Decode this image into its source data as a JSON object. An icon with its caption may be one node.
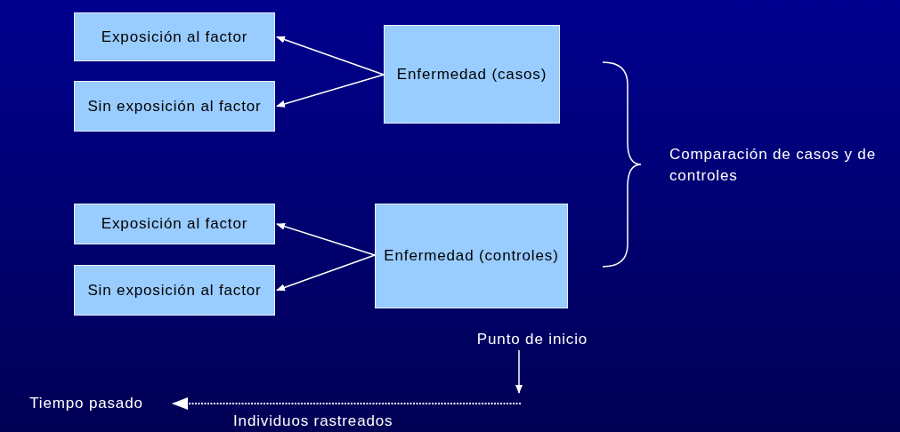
{
  "diagram": {
    "nodes": [
      {
        "text": [
          "Exposición al factor"
        ]
      },
      {
        "text": [
          "Sin exposición al factor"
        ]
      },
      {
        "text": [
          "Enfermedad (casos)"
        ]
      },
      {
        "text": [
          "Exposición al factor"
        ]
      },
      {
        "text": [
          "Sin exposición al factor"
        ]
      },
      {
        "text": [
          "Enfermedad (controles)"
        ]
      },
      {
        "text": [
          "Punto de inicio"
        ]
      },
      {
        "text": [
          "Tiempo pasado"
        ]
      }
    ],
    "edges": [
      {
        "from": 2,
        "to": 0,
        "arrow": "to"
      },
      {
        "from": 2,
        "to": 1,
        "arrow": "to"
      },
      {
        "from": 5,
        "to": 3,
        "arrow": "to"
      },
      {
        "from": 5,
        "to": 4,
        "arrow": "to"
      },
      {
        "from": 6,
        "to": null,
        "arrow": "to"
      },
      {
        "from": null,
        "to": 7,
        "arrow": "to",
        "style": "dashed"
      }
    ],
    "labels": [
      "Comparación de casos y de controles",
      "Individuos rastreados"
    ]
  }
}
